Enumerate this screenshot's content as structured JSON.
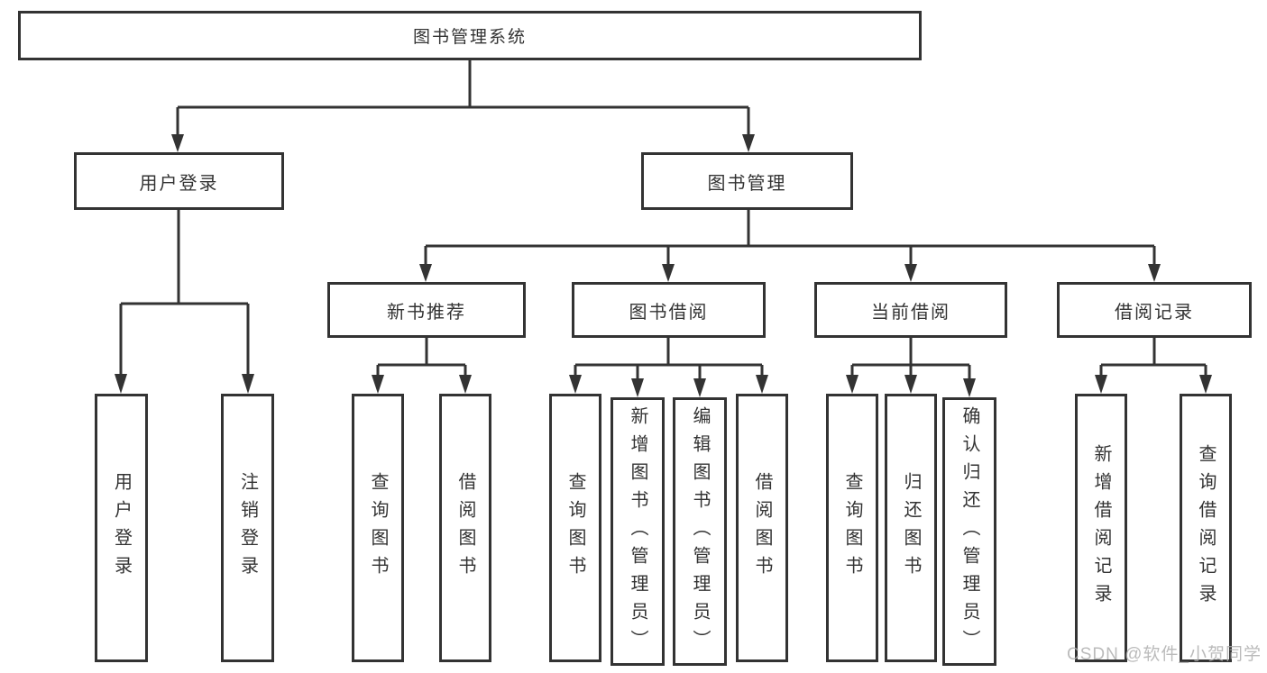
{
  "tree": {
    "root": {
      "label": "图书管理系统"
    },
    "branches": [
      {
        "label": "用户登录",
        "children": [
          {
            "label": "用户登录"
          },
          {
            "label": "注销登录"
          }
        ]
      },
      {
        "label": "图书管理",
        "children": [
          {
            "label": "新书推荐",
            "children": [
              {
                "label": "查询图书"
              },
              {
                "label": "借阅图书"
              }
            ]
          },
          {
            "label": "图书借阅",
            "children": [
              {
                "label": "查询图书"
              },
              {
                "label": "新增图书（管理员）"
              },
              {
                "label": "编辑图书（管理员）"
              },
              {
                "label": "借阅图书"
              }
            ]
          },
          {
            "label": "当前借阅",
            "children": [
              {
                "label": "查询图书"
              },
              {
                "label": "归还图书"
              },
              {
                "label": "确认归还（管理员）"
              }
            ]
          },
          {
            "label": "借阅记录",
            "children": [
              {
                "label": "新增借阅记录"
              },
              {
                "label": "查询借阅记录"
              }
            ]
          }
        ]
      }
    ]
  },
  "watermark": {
    "text": "CSDN @软件_小贺同学"
  },
  "colors": {
    "line": "#333333",
    "box_border": "#333333",
    "text": "#333333",
    "background": "#ffffff",
    "watermark": "#acacac"
  }
}
